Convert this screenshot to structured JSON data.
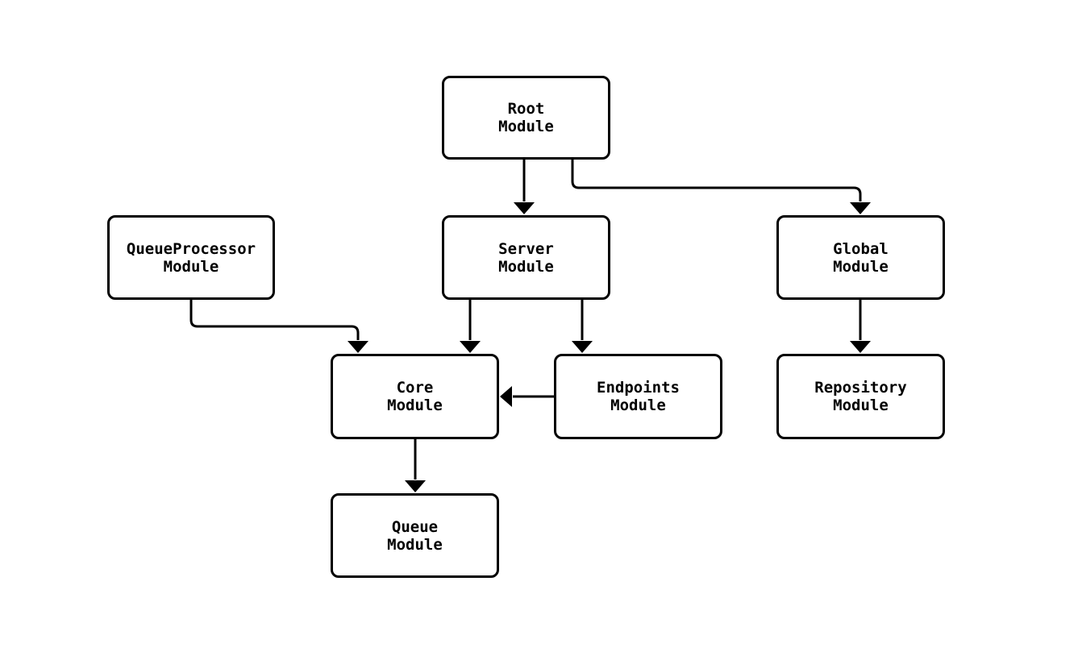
{
  "diagram": {
    "type": "module-dependency-flowchart",
    "background_color": "#ffffff",
    "node_fill_color": "#ffffff",
    "stroke_color": "#000000"
  },
  "nodes": {
    "root": {
      "label": "Root\nModule"
    },
    "queueprocessor": {
      "label": "QueueProcessor\nModule"
    },
    "server": {
      "label": "Server\nModule"
    },
    "global": {
      "label": "Global\nModule"
    },
    "core": {
      "label": "Core\nModule"
    },
    "endpoints": {
      "label": "Endpoints\nModule"
    },
    "repository": {
      "label": "Repository\nModule"
    },
    "queue": {
      "label": "Queue\nModule"
    }
  },
  "edges": [
    {
      "from": "root",
      "to": "server"
    },
    {
      "from": "root",
      "to": "global"
    },
    {
      "from": "queueprocessor",
      "to": "core"
    },
    {
      "from": "server",
      "to": "core"
    },
    {
      "from": "server",
      "to": "endpoints"
    },
    {
      "from": "endpoints",
      "to": "core"
    },
    {
      "from": "global",
      "to": "repository"
    },
    {
      "from": "core",
      "to": "queue"
    }
  ]
}
